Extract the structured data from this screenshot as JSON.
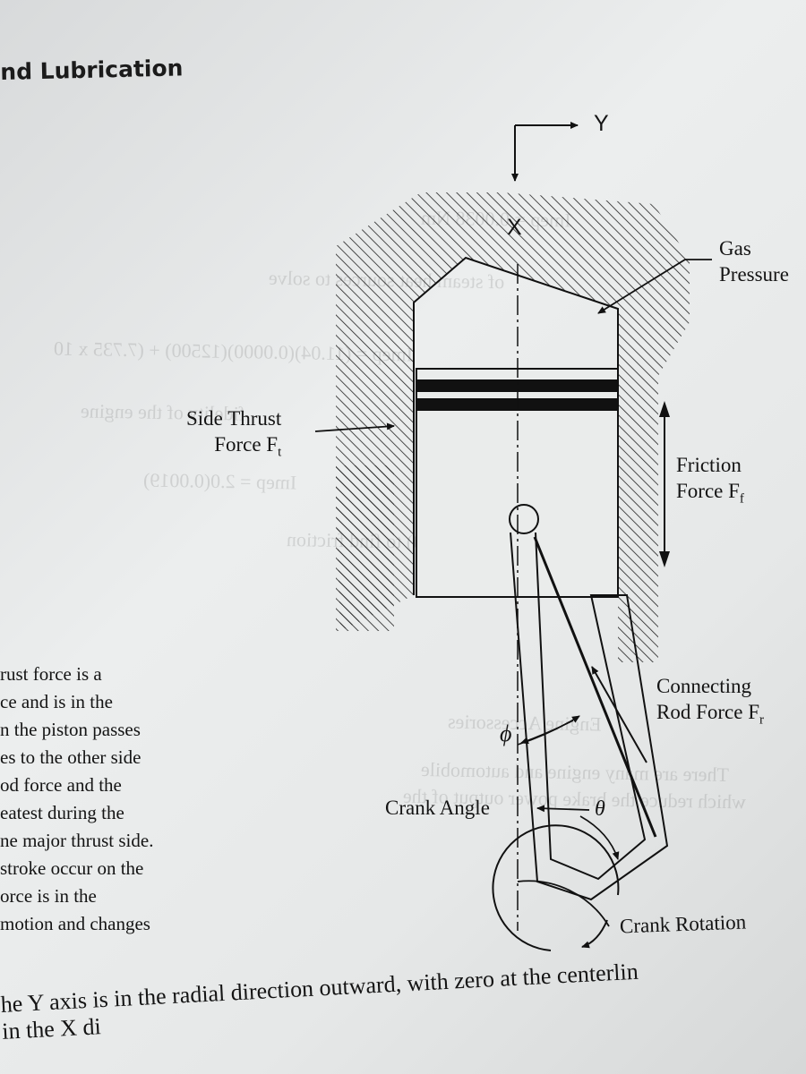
{
  "header": "nd Lubrication",
  "diagram": {
    "axis_x": "X",
    "axis_y": "Y",
    "gas_pressure": [
      "Gas",
      "Pressure"
    ],
    "side_thrust": [
      "Side Thrust",
      "Force F",
      "t"
    ],
    "friction": [
      "Friction",
      "Force F",
      "f"
    ],
    "connecting_rod": [
      "Connecting",
      "Rod Force F",
      "r"
    ],
    "phi": "ϕ",
    "theta": "θ",
    "crank_angle": "Crank Angle",
    "crank_rotation": "Crank Rotation"
  },
  "body_lines": [
    "rust force is a",
    "ce and is in the",
    "n the piston passes",
    "es to the other side",
    "od force and the",
    "eatest during the",
    "ne major thrust side.",
    "stroke occur on the",
    "orce is in the",
    "motion and changes"
  ],
  "footer_lines": [
    "he Y axis is in the radial direction outward, with zero at the centerlin",
    "in the X di"
  ]
}
